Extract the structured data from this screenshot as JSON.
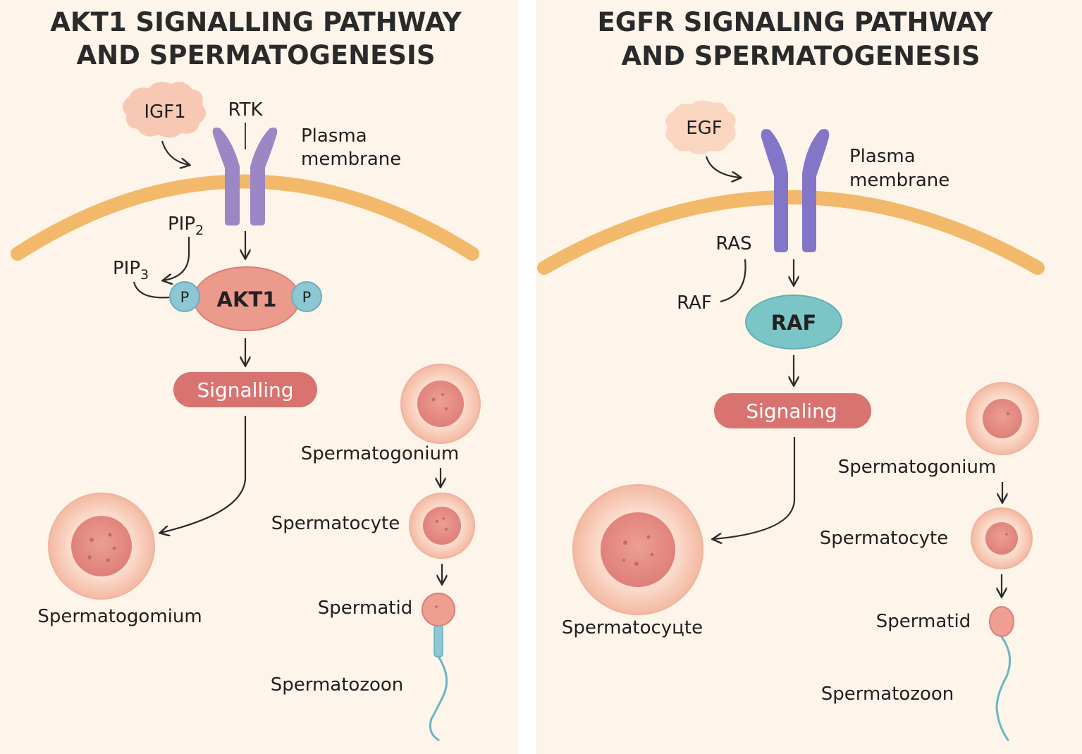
{
  "left": {
    "title_line1": "AKT1 SIGNALLING PATHWAY",
    "title_line2": "AND SPERMATOGENESIS",
    "ligand": "IGF1",
    "receptor": "RTK",
    "membrane_line1": "Plasma",
    "membrane_line2": "membrane",
    "pip2": "PIP",
    "pip2_sub": "2",
    "pip3": "PIP",
    "pip3_sub": "3",
    "phospho": "P",
    "kinase": "AKT1",
    "signalling": "Signalling",
    "big_cell": "Spermatogomium",
    "stages": [
      "Spermatogonium",
      "Spermatocyte",
      "Spermatid",
      "Spermatozoon"
    ]
  },
  "right": {
    "title_line1": "EGFR SIGNALING PATHWAY",
    "title_line2": "AND SPERMATOGENESIS",
    "ligand": "EGF",
    "membrane_line1": "Plasma",
    "membrane_line2": "membrane",
    "ras": "RAS",
    "raf_label": "RAF",
    "raf_node": "RAF",
    "signaling": "Signaling",
    "big_cell": "Spermatocyцte",
    "stages": [
      "Spermatogonium",
      "Spermatocyte",
      "Spermatid",
      "Spermatozoon"
    ]
  },
  "colors": {
    "background": "#fdf4ea",
    "membrane": "#f2b96a",
    "receptor": "#9b87c4",
    "receptor_right": "#8376c8",
    "akt1": "#ec9a8c",
    "phospho": "#8ec7d4",
    "raf": "#7cc5c7",
    "signal_box": "#d9736f",
    "cell_outer": "#f6c9b4",
    "cell_inner": "#e48c84",
    "tail": "#6bb6c4"
  }
}
